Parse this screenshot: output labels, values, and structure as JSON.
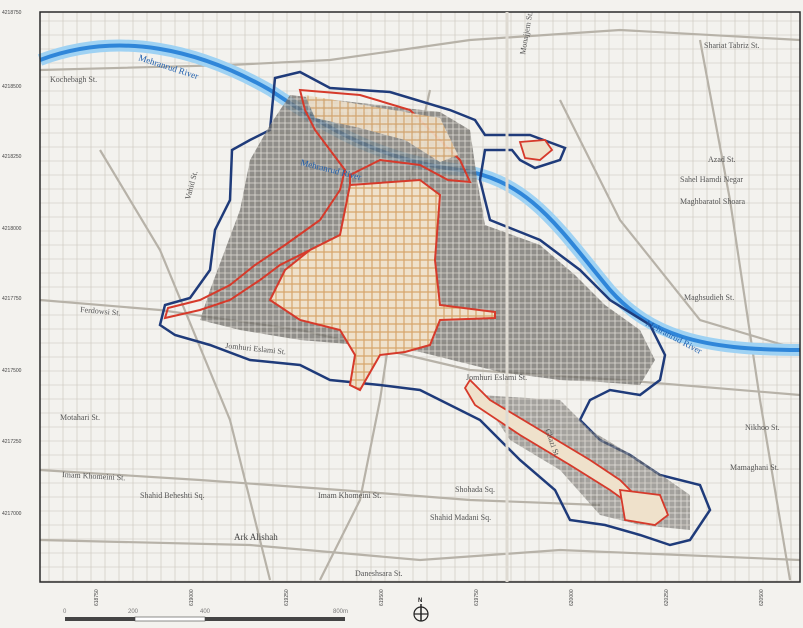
{
  "colors": {
    "paper": "#f3f2ee",
    "frame": "#2a2a2a",
    "street": "#b7b2a8",
    "river": "#2f86d9",
    "riverGlow": "#9fd2f3",
    "buffer": "#1f3b7a",
    "core": "#d63a2b",
    "bazaar": "#d7a56b"
  },
  "map_labels": {
    "river1": "Mehranrud River",
    "river2": "Mehranrud River",
    "river3": "Mehranrud River",
    "st_north_tr": "Shariat Tabriz St.",
    "st_kuchek": "Kochebagh St.",
    "st_azad": "Azad St.",
    "st_maghsud": "Maghsudieh St.",
    "area_sahel": "Sahel Hamdi Negar",
    "area_maghbar": "Maghbaratol Shoara",
    "st_ferdowsi": "Ferdowsi St.",
    "st_shohada": "Shohada Sq.",
    "st_jomhuri": "Jomhuri Eslami St.",
    "st_jomhuri2": "Jomhuri Eslami St.",
    "st_ghazi": "Ghazi St.",
    "st_monajjem": "Monajjem St.",
    "st_imam": "Imam Khomeini St.",
    "st_imam_w": "Imam Khomeini St.",
    "st_motahari": "Motahari St.",
    "st_mamaghani": "Mamaghani St.",
    "st_nikhoo": "Nikhoo St.",
    "st_shahid_w": "Shahid Beheshti Sq.",
    "sq_shahid": "Shahid Madani Sq.",
    "ark": "Ark Alishah",
    "st_daneshsara": "Daneshsara St.",
    "st_vahid": "Vahid St."
  },
  "north_symbol": "N",
  "y_ticks": [
    "4218750",
    "4218500",
    "4218250",
    "4218000",
    "4217750",
    "4217500",
    "4217250",
    "4217000"
  ],
  "x_ticks": [
    "618750",
    "619000",
    "619250",
    "619500",
    "619750",
    "620000",
    "620250",
    "620500"
  ],
  "scale_labels": [
    "0",
    "200",
    "400",
    "800m"
  ]
}
